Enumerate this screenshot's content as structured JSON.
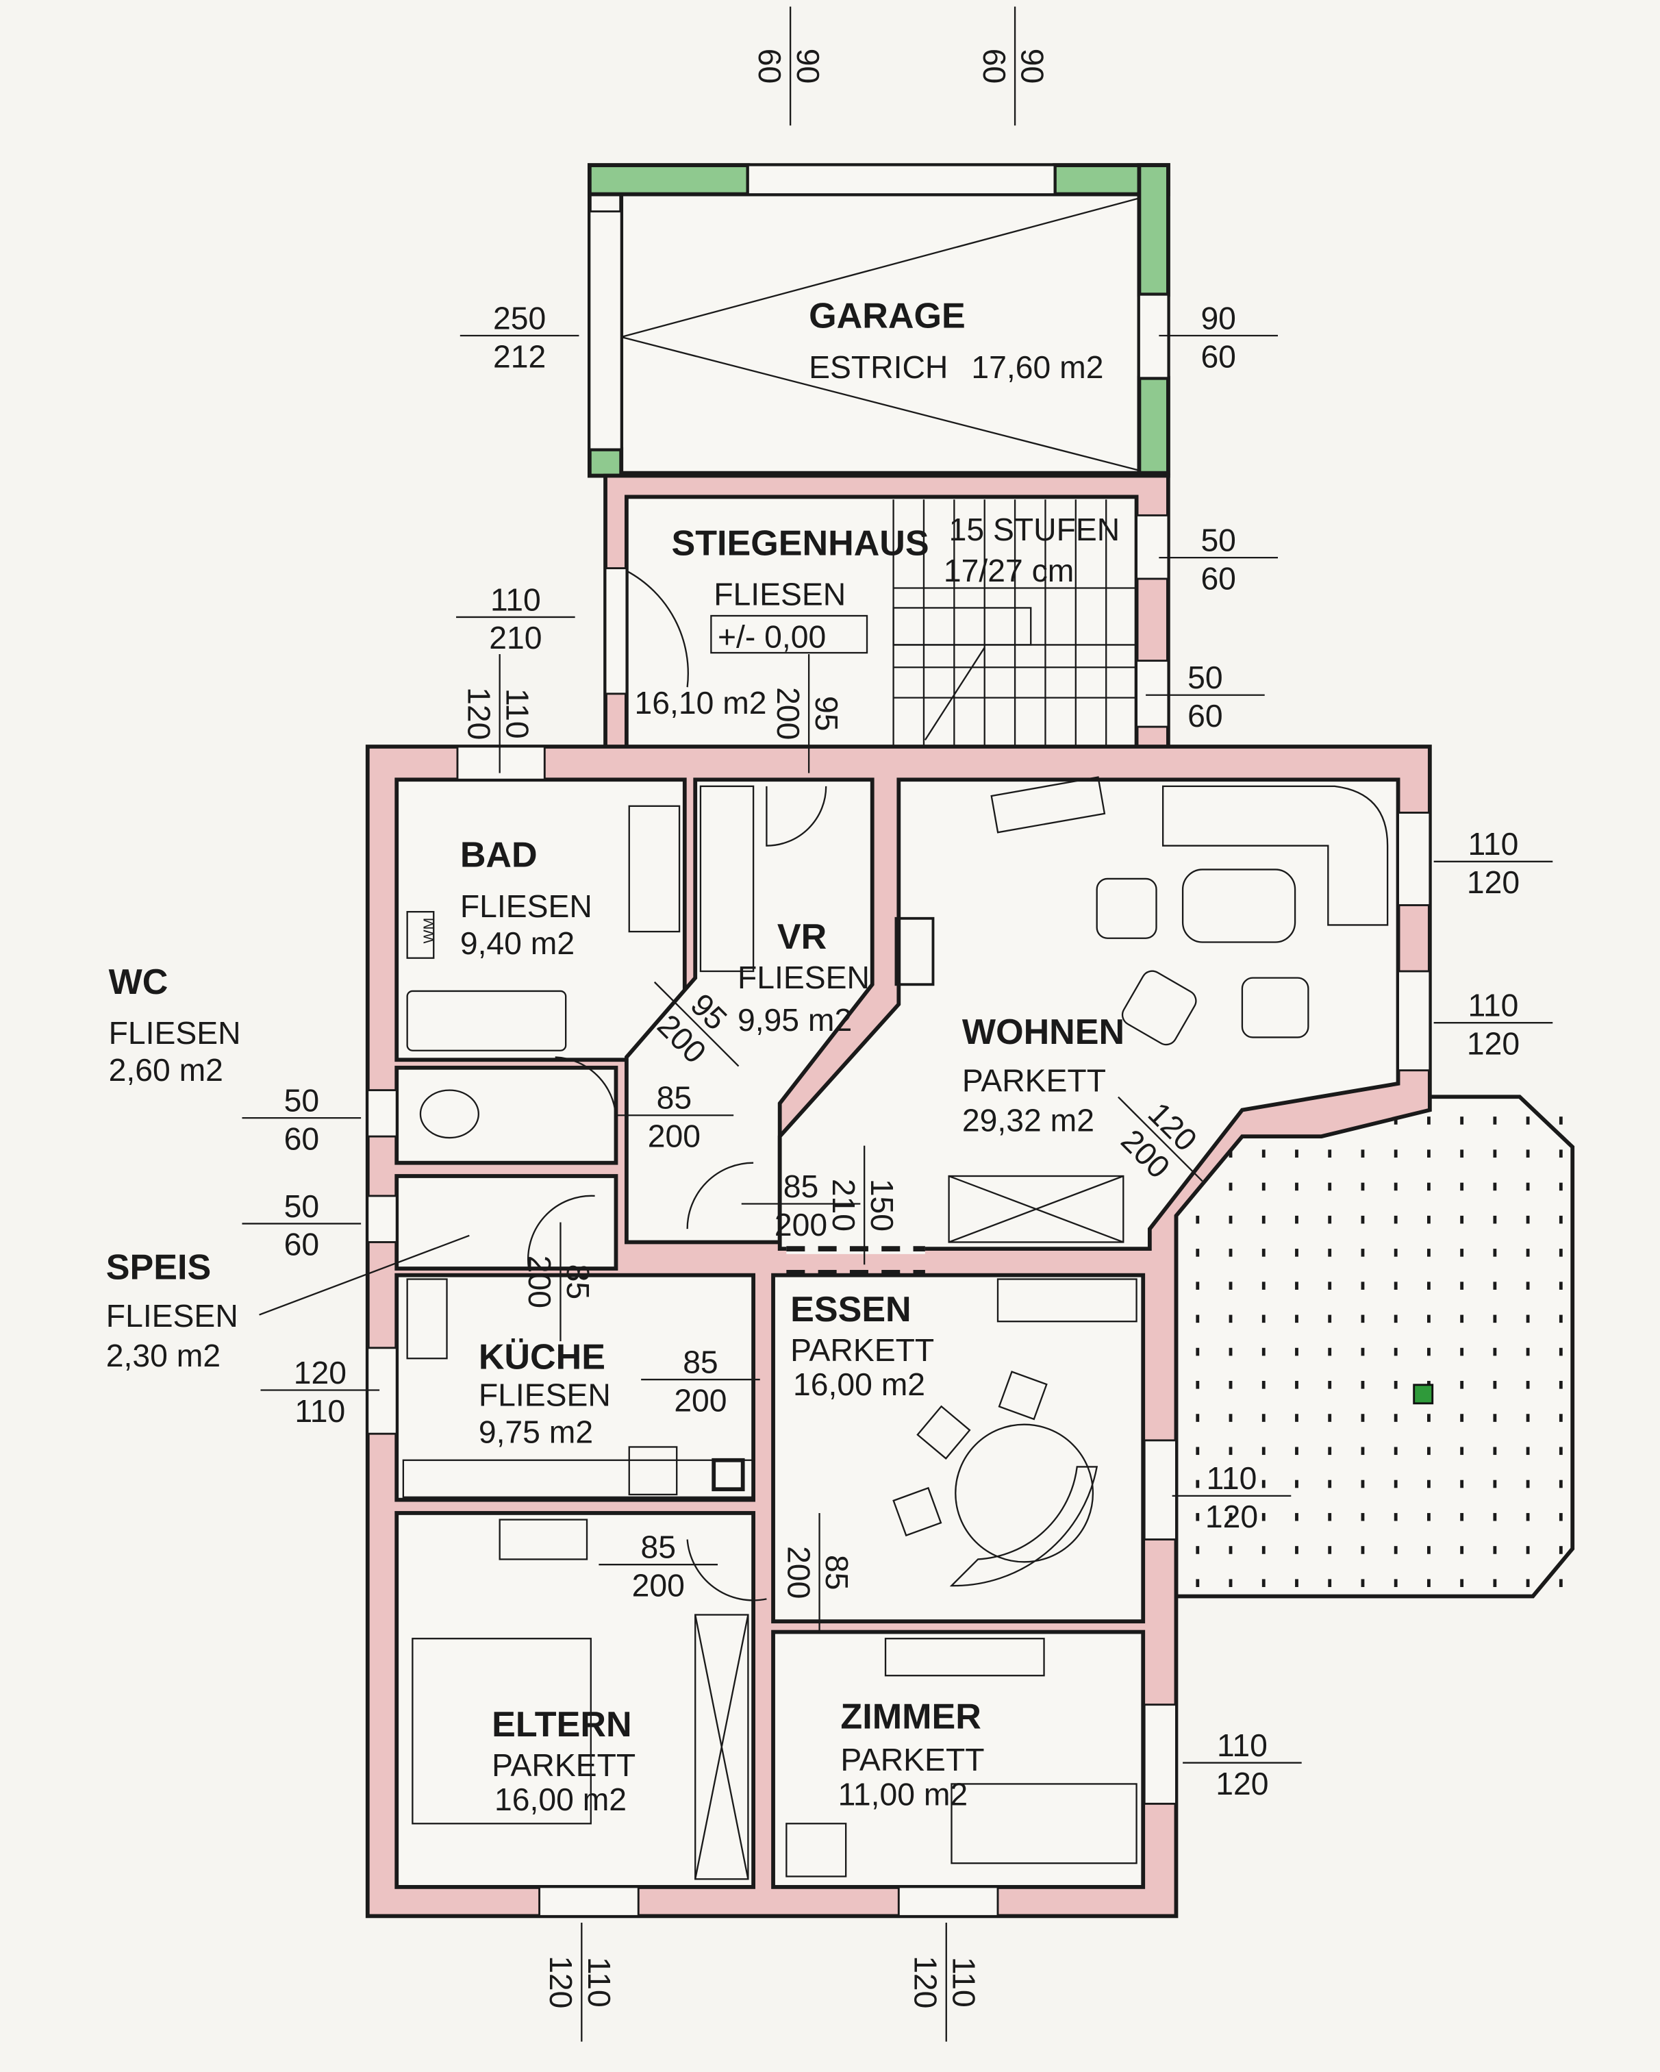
{
  "rooms": {
    "garage": {
      "name": "GARAGE",
      "floor": "ESTRICH",
      "area": "17,60 m2"
    },
    "stiegenhaus": {
      "name": "STIEGENHAUS",
      "floor": "FLIESEN",
      "level": "+/- 0,00",
      "area": "16,10 m2"
    },
    "stairs": {
      "steps": "15 STUFEN",
      "size": "17/27 cm"
    },
    "bad": {
      "name": "BAD",
      "floor": "FLIESEN",
      "area": "9,40 m2",
      "wm": "WM"
    },
    "vr": {
      "name": "VR",
      "floor": "FLIESEN",
      "area": "9,95 m2"
    },
    "wohnen": {
      "name": "WOHNEN",
      "floor": "PARKETT",
      "area": "29,32 m2"
    },
    "wc": {
      "name": "WC",
      "floor": "FLIESEN",
      "area": "2,60 m2"
    },
    "speis": {
      "name": "SPEIS",
      "floor": "FLIESEN",
      "area": "2,30 m2"
    },
    "kueche": {
      "name": "KÜCHE",
      "floor": "FLIESEN",
      "area": "9,75 m2"
    },
    "essen": {
      "name": "ESSEN",
      "floor": "PARKETT",
      "area": "16,00 m2"
    },
    "eltern": {
      "name": "ELTERN",
      "floor": "PARKETT",
      "area": "16,00 m2"
    },
    "zimmer": {
      "name": "ZIMMER",
      "floor": "PARKETT",
      "area": "11,00 m2"
    }
  },
  "dims": [
    {
      "top": "90",
      "bottom": "60"
    },
    {
      "top": "90",
      "bottom": "60"
    },
    {
      "top": "250",
      "bottom": "212"
    },
    {
      "top": "90",
      "bottom": "60"
    },
    {
      "top": "110",
      "bottom": "210"
    },
    {
      "top": "50",
      "bottom": "60"
    },
    {
      "top": "50",
      "bottom": "60"
    },
    {
      "top": "110",
      "bottom": "120"
    },
    {
      "top": "95",
      "bottom": "200"
    },
    {
      "top": "110",
      "bottom": "120"
    },
    {
      "top": "110",
      "bottom": "120"
    },
    {
      "top": "95",
      "bottom": "200"
    },
    {
      "top": "85",
      "bottom": "200"
    },
    {
      "top": "50",
      "bottom": "60"
    },
    {
      "top": "120",
      "bottom": "200"
    },
    {
      "top": "85",
      "bottom": "200"
    },
    {
      "top": "150",
      "bottom": "210"
    },
    {
      "top": "50",
      "bottom": "60"
    },
    {
      "top": "85",
      "bottom": "200"
    },
    {
      "top": "120",
      "bottom": "110"
    },
    {
      "top": "85",
      "bottom": "200"
    },
    {
      "top": "110",
      "bottom": "120"
    },
    {
      "top": "85",
      "bottom": "200"
    },
    {
      "top": "85",
      "bottom": "200"
    },
    {
      "top": "110",
      "bottom": "120"
    },
    {
      "top": "110",
      "bottom": "120"
    },
    {
      "top": "110",
      "bottom": "120"
    }
  ],
  "colors": {
    "wall": "#ecc3c3",
    "garage_wall": "#8fc98f",
    "paper": "#f6f5f1"
  }
}
